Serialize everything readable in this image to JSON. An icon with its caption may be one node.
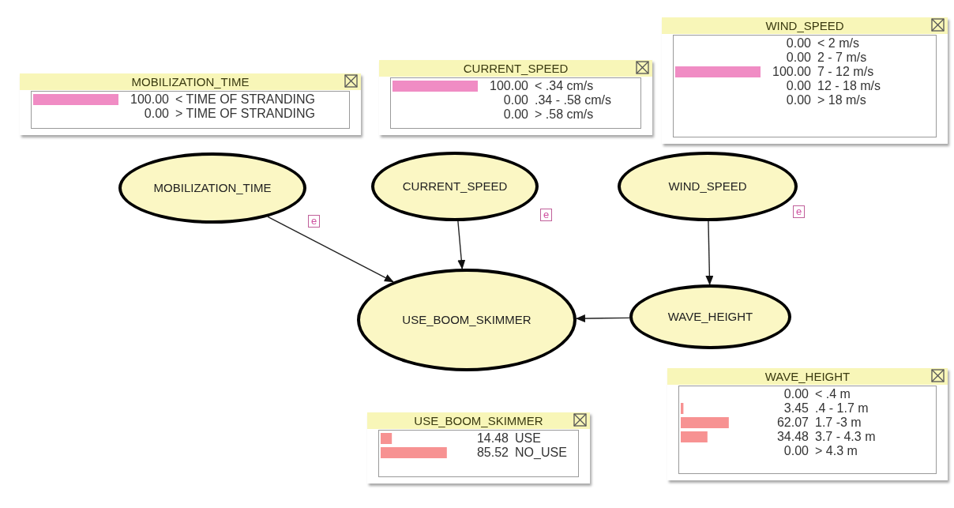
{
  "diagram": {
    "nodes": [
      {
        "text": [
          "MOBILIZATION_TIME",
          "100.00",
          "< TIME OF STRANDING",
          "0.00",
          "> TIME OF STRANDING"
        ]
      },
      {
        "text": [
          "CURRENT_SPEED",
          "100.00",
          "< .34 cm/s",
          "0.00",
          ".34 - .58 cm/s",
          "0.00",
          "> .58 cm/s"
        ]
      },
      {
        "text": [
          "WIND_SPEED",
          "0.00",
          "< 2 m/s",
          "0.00",
          "2 - 7 m/s",
          "100.00",
          "7 - 12 m/s",
          "0.00",
          "12 - 18  m/s",
          "0.00",
          "> 18  m/s"
        ]
      },
      {
        "text": [
          "MOBILIZATION_TIME"
        ],
        "beside": [
          "e"
        ]
      },
      {
        "text": [
          "CURRENT_SPEED"
        ],
        "beside": [
          "e"
        ]
      },
      {
        "text": [
          "WIND_SPEED"
        ],
        "beside": [
          "e"
        ]
      },
      {
        "text": [
          "USE_BOOM_SKIMMER"
        ]
      },
      {
        "text": [
          "WAVE_HEIGHT"
        ]
      },
      {
        "text": [
          "WAVE_HEIGHT",
          "0.00",
          "< .4 m",
          "3.45",
          ".4 - 1.7 m",
          "62.07",
          "1.7 -3  m",
          "34.48",
          "3.7 - 4.3  m",
          "0.00",
          "> 4.3  m"
        ]
      },
      {
        "text": [
          "USE_BOOM_SKIMMER",
          "14.48",
          "USE",
          "85.52",
          "NO_USE"
        ]
      }
    ],
    "edges": [
      {
        "from": 3,
        "to": 6,
        "arrow": "to"
      },
      {
        "from": 4,
        "to": 6,
        "arrow": "to"
      },
      {
        "from": 5,
        "to": 7,
        "arrow": "to"
      },
      {
        "from": 7,
        "to": 6,
        "arrow": "to"
      }
    ]
  }
}
